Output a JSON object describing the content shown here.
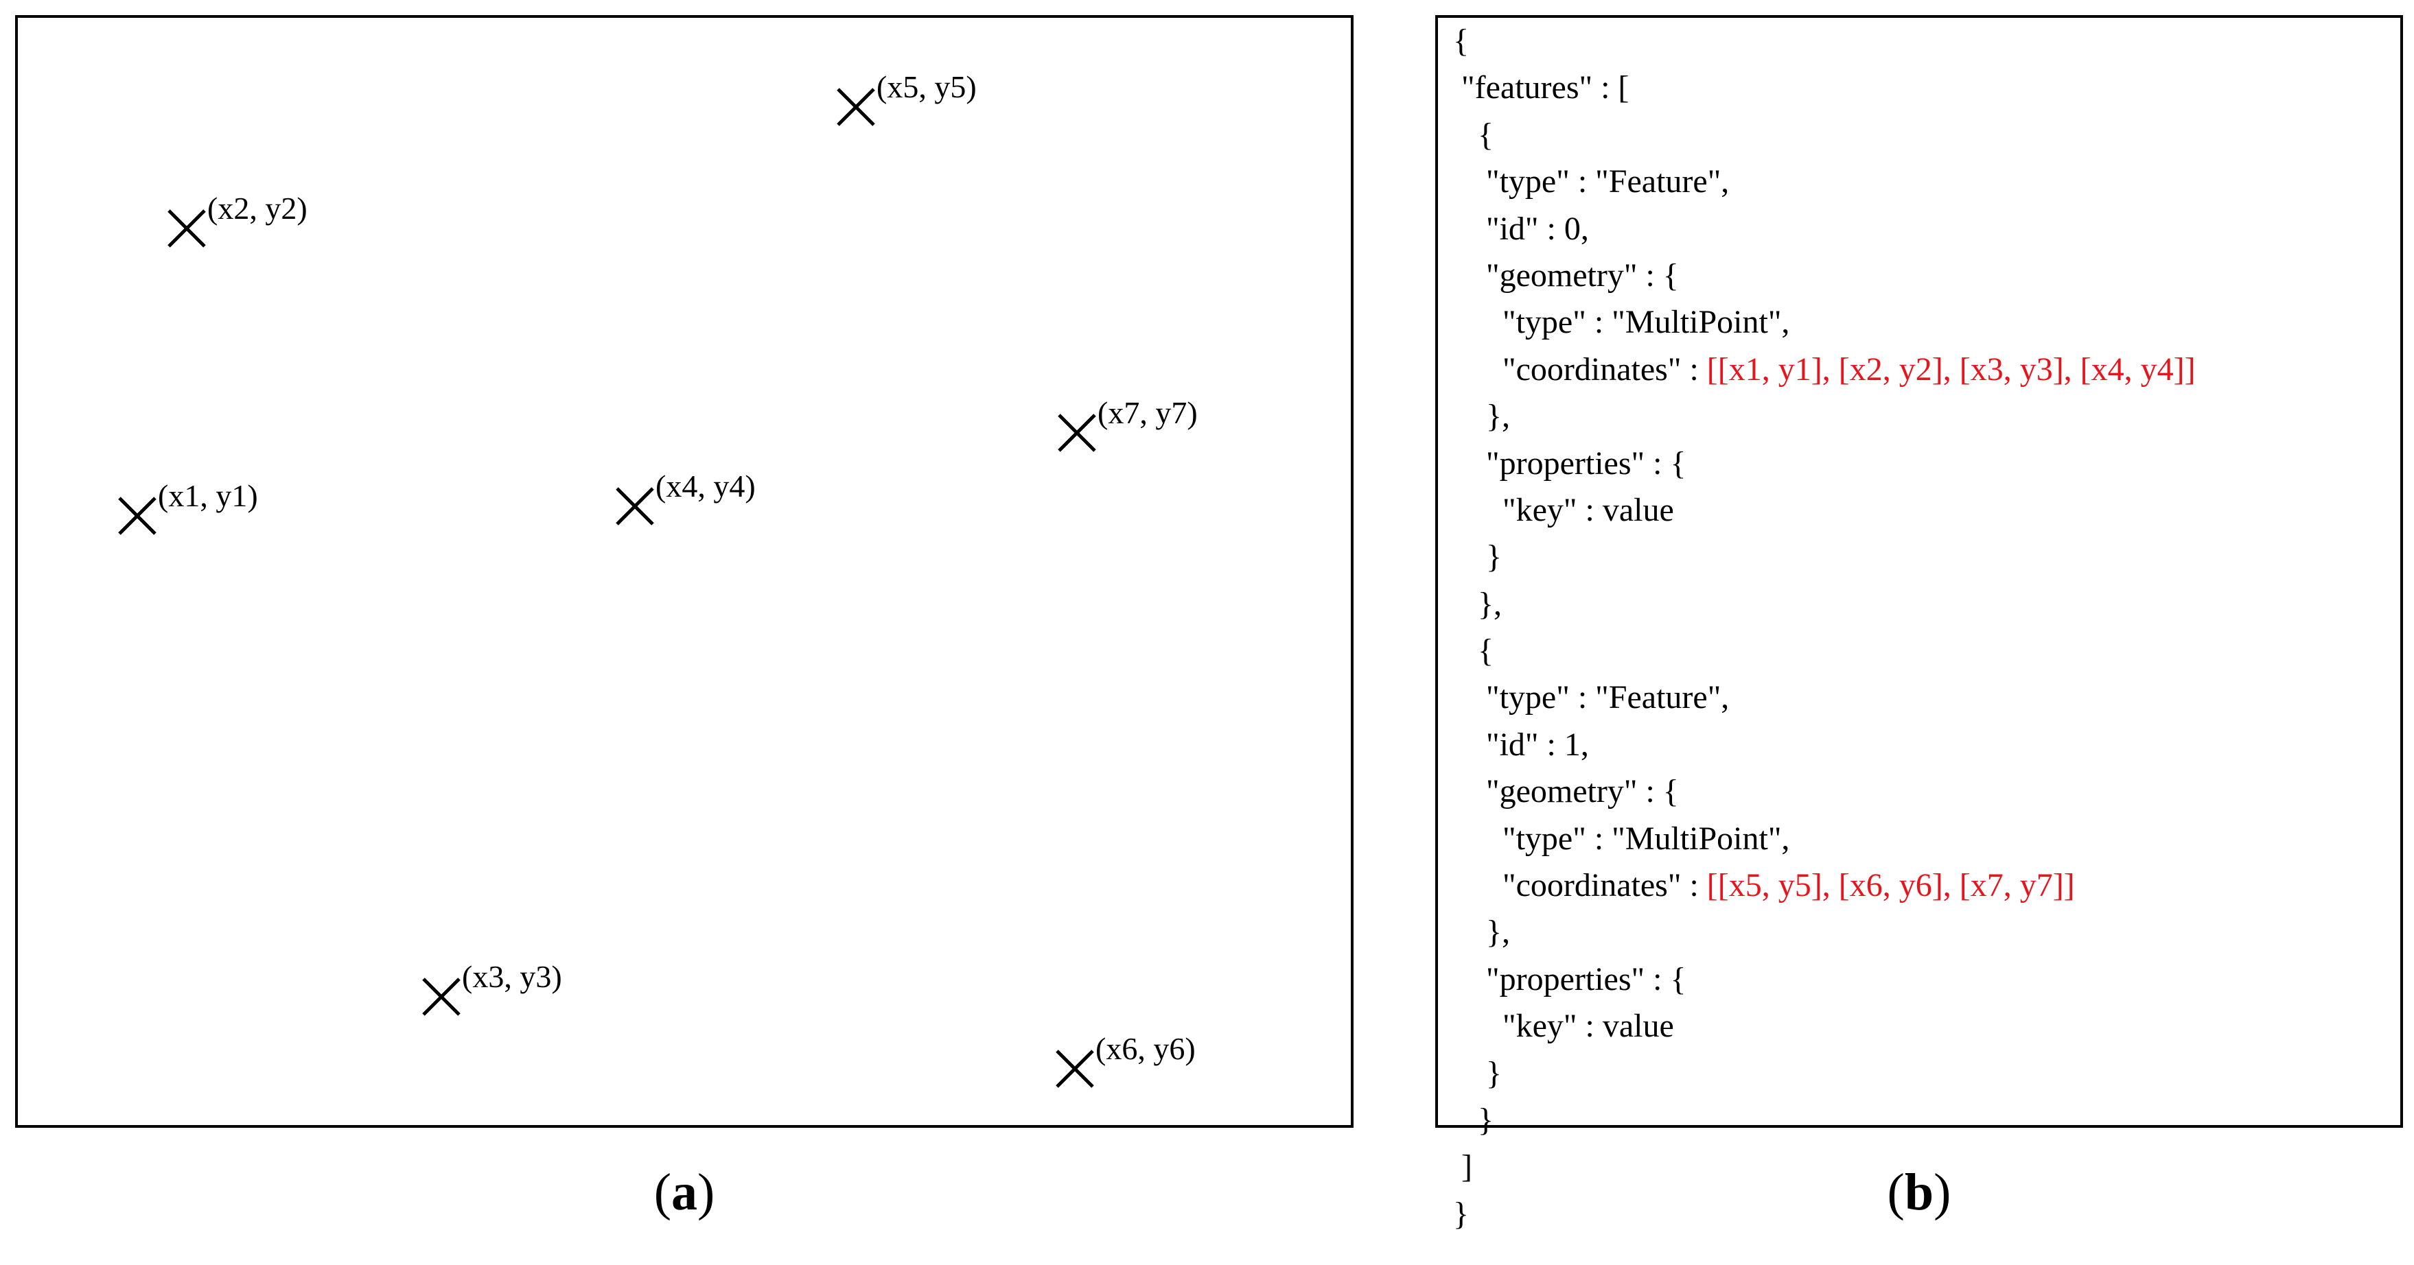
{
  "panel_a": {
    "points": [
      {
        "label": "(x1, y1)"
      },
      {
        "label": "(x2, y2)"
      },
      {
        "label": "(x3, y3)"
      },
      {
        "label": "(x4, y4)"
      },
      {
        "label": "(x5, y5)"
      },
      {
        "label": "(x6, y6)"
      },
      {
        "label": "(x7, y7)"
      }
    ],
    "caption": {
      "open": "(",
      "letter": "a",
      "close": ")"
    }
  },
  "panel_b": {
    "highlight_color": "#e8141c",
    "lines": [
      {
        "text": "{"
      },
      {
        "text": " \"features\" : ["
      },
      {
        "text": "   {"
      },
      {
        "text": "    \"type\" : \"Feature\","
      },
      {
        "text": "    \"id\" : 0,"
      },
      {
        "text": "    \"geometry\" : {"
      },
      {
        "text": "      \"type\" : \"MultiPoint\","
      },
      {
        "text": "      \"coordinates\" : ",
        "highlight": "[[x1, y1], [x2, y2], [x3, y3], [x4, y4]]"
      },
      {
        "text": "    },"
      },
      {
        "text": "    \"properties\" : {"
      },
      {
        "text": "      \"key\" : value"
      },
      {
        "text": "    }"
      },
      {
        "text": "   },"
      },
      {
        "text": "   {"
      },
      {
        "text": "    \"type\" : \"Feature\","
      },
      {
        "text": "    \"id\" : 1,"
      },
      {
        "text": "    \"geometry\" : {"
      },
      {
        "text": "      \"type\" : \"MultiPoint\","
      },
      {
        "text": "      \"coordinates\" : ",
        "highlight": "[[x5, y5], [x6, y6], [x7, y7]]"
      },
      {
        "text": "    },"
      },
      {
        "text": "    \"properties\" : {"
      },
      {
        "text": "      \"key\" : value"
      },
      {
        "text": "    }"
      },
      {
        "text": "   }"
      },
      {
        "text": " ]"
      },
      {
        "text": "}"
      }
    ],
    "caption": {
      "open": "(",
      "letter": "b",
      "close": ")"
    }
  }
}
